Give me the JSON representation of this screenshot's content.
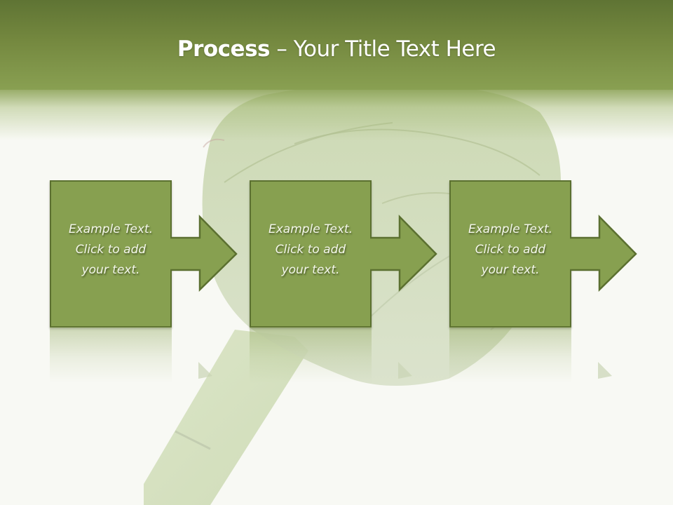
{
  "slide": {
    "title": {
      "bold": "Process",
      "rest": " – Your Title Text Here"
    },
    "steps": [
      {
        "lines": [
          "Example Text.",
          "Click  to add",
          "your text."
        ]
      },
      {
        "lines": [
          "Example Text.",
          "Click  to add",
          "your text."
        ]
      },
      {
        "lines": [
          "Example Text.",
          "Click  to add",
          "your text."
        ]
      }
    ],
    "background_image": "artichoke-image",
    "colors": {
      "header_top": "#5f7434",
      "header_bottom": "#89a052",
      "box_fill": "#87a050",
      "box_border": "#5b7030",
      "background": "#f8f9f4",
      "text": "#ffffff"
    }
  }
}
